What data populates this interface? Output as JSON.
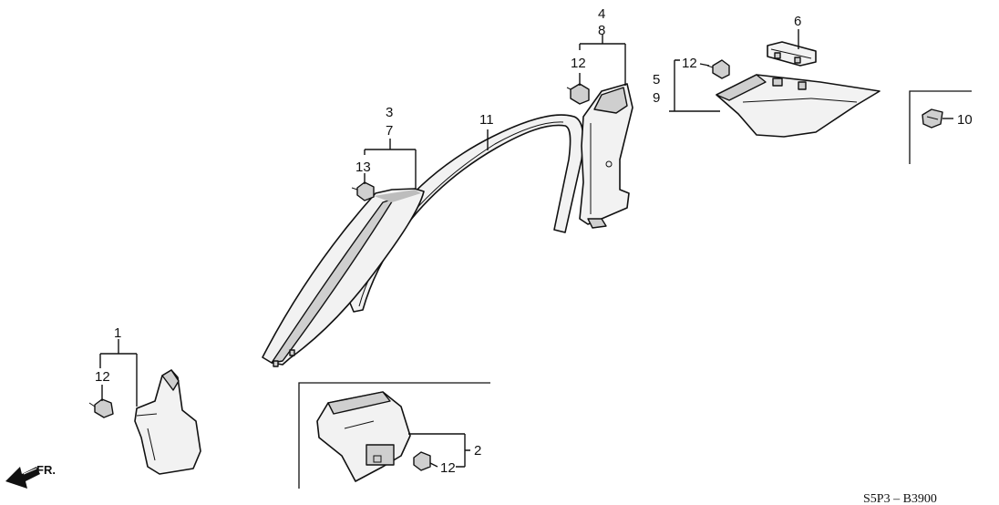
{
  "labels": {
    "p1": "1",
    "p2": "2",
    "p3": "3",
    "p4": "4",
    "p5": "5",
    "p6": "6",
    "p7": "7",
    "p8": "8",
    "p9": "9",
    "p10": "10",
    "p11": "11",
    "p13": "13",
    "p12": "12"
  },
  "direction_label": "FR.",
  "diagram_code": "S5P3 – B3900",
  "colors": {
    "line": "#111111",
    "part_fill": "#f2f2f2",
    "shade": "#cfcfcf"
  },
  "icons": {
    "front_direction": "arrow-icon"
  }
}
